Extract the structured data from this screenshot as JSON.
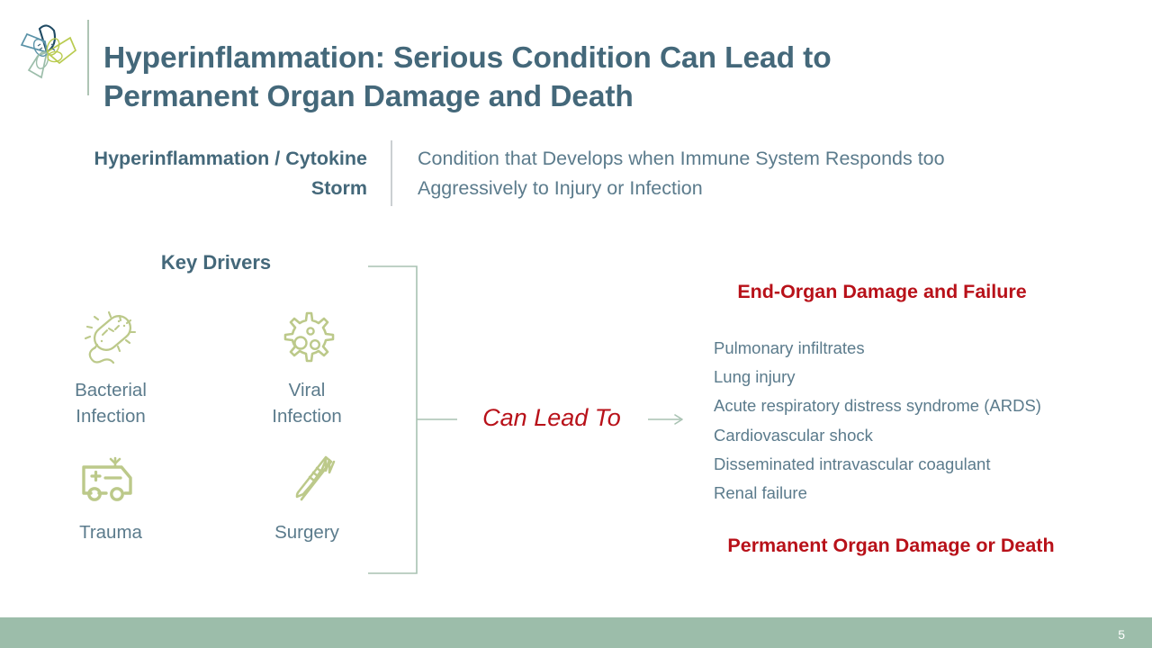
{
  "slide": {
    "title": "Hyperinflammation: Serious Condition Can Lead to Permanent Organ Damage and Death",
    "page_number": "5",
    "accent_colors": {
      "title_blue": "#44687a",
      "body_blue": "#5b7b8c",
      "alert_red": "#b81119",
      "icon_green": "#bcc98a",
      "footer_green": "#9cbdaa",
      "divider_green": "#aec4b4",
      "divider_gray": "#cbcfd2"
    }
  },
  "logo": {
    "name": "pinwheel-leaf-logo",
    "petal_colors": [
      "#1f4a63",
      "#b9cb4f",
      "#5b93a8",
      "#9cbdaa"
    ]
  },
  "definition": {
    "term": "Hyperinflammation /\nCytokine Storm",
    "description": "Condition that Develops when Immune System Responds too Aggressively to Injury or Infection"
  },
  "key_drivers": {
    "heading": "Key Drivers",
    "items": [
      {
        "label": "Bacterial\nInfection",
        "icon": "bacteria-icon"
      },
      {
        "label": "Viral\nInfection",
        "icon": "virus-icon"
      },
      {
        "label": "Trauma",
        "icon": "ambulance-icon"
      },
      {
        "label": "Surgery",
        "icon": "scalpel-forceps-icon"
      }
    ]
  },
  "connector": {
    "label": "Can Lead To",
    "arrow_icon": "right-arrow-icon"
  },
  "outcomes": {
    "heading": "End-Organ Damage and Failure",
    "items": [
      "Pulmonary infiltrates",
      "Lung injury",
      "Acute respiratory distress syndrome (ARDS)",
      "Cardiovascular shock",
      "Disseminated intravascular coagulant",
      "Renal failure"
    ],
    "footer": "Permanent Organ Damage or Death"
  }
}
